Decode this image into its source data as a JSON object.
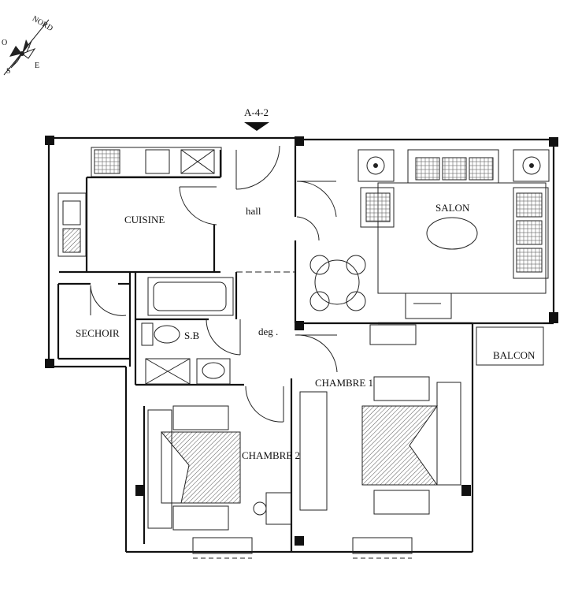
{
  "compass": {
    "north": "NORD",
    "west": "O",
    "south": "S",
    "east": "E",
    "icon": "compass-rose-icon"
  },
  "entrance": {
    "label": "A-4-2",
    "icon": "entrance-arrow-icon"
  },
  "rooms": {
    "cuisine": "CUISINE",
    "hall": "hall",
    "salon": "SALON",
    "sechoir": "SECHOIR",
    "sb": "S.B",
    "deg": "deg .",
    "balcon": "BALCON",
    "chambre1": "CHAMBRE 1",
    "chambre2": "CHAMBRE 2"
  },
  "colors": {
    "ink": "#111111",
    "paper": "#ffffff",
    "hatch": "#555555"
  }
}
